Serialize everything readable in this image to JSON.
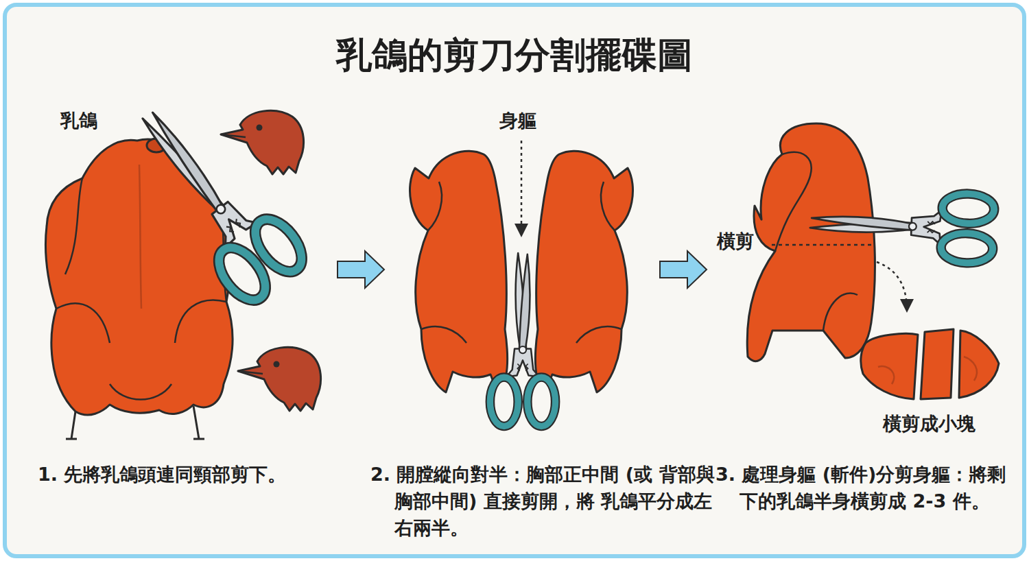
{
  "diagram": {
    "title": "乳鴿的剪刀分割擺碟圖",
    "labels": [
      "乳鴿",
      "身軀",
      "橫剪",
      "橫剪成小塊",
      "1. 先將乳鴿頭連同頸部剪下。",
      "2. 開膛縱向對半：胸部正中間 (或 背部與胸部中間) 直接剪開，將 乳鴿平分成左右兩半。",
      "3. 處理身軀 (斬件)分剪身軀：將剩下的乳鴿半身橫剪成 2-3 件。"
    ]
  }
}
